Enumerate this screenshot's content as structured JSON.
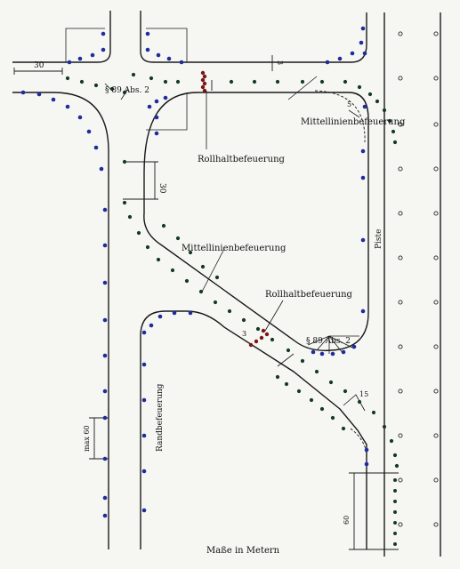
{
  "labels": {
    "mittellinien_top": "Mittellinienbefeuerung",
    "rollhalt_top": "Rollhaltbefeuerung",
    "mittellinien_mid": "Mittellinienbefeuerung",
    "rollhalt_mid": "Rollhaltbefeuerung",
    "paragraph_top": "§ 89 Abs. 2",
    "paragraph_mid": "§ 89 Abs. 2",
    "piste": "Piste",
    "randbefeuerung": "Randbefeuerung",
    "caption": "Maße in Metern"
  },
  "dimensions": {
    "d30_top": "30",
    "d30_left": "30",
    "d3_top": "3",
    "d3_mid": "3",
    "d5": "5",
    "d15": "15",
    "max60": "max 60",
    "d60": "60"
  },
  "colors": {
    "edge_lights": "#1e2c9e",
    "centerline_lights": "#163a24",
    "stop_bar_lights": "#7a1616",
    "runway_lights": "#f6f6f3"
  }
}
